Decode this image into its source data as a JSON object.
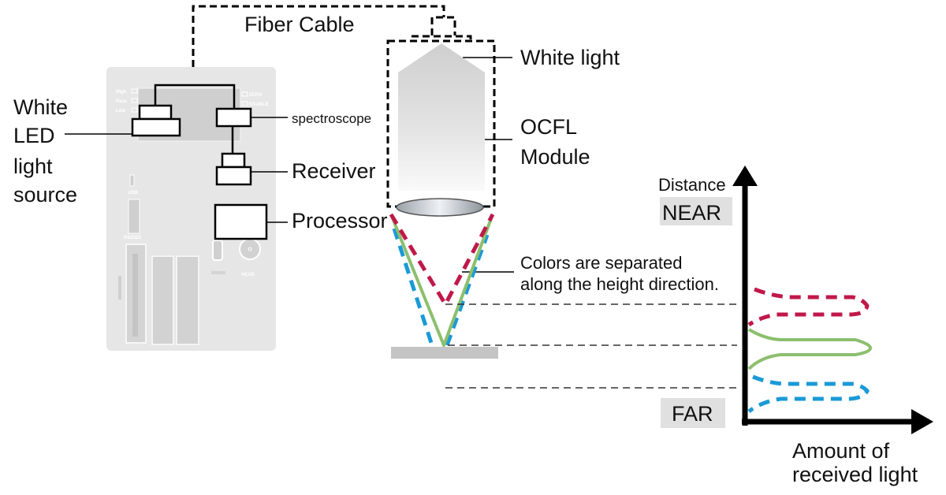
{
  "labels": {
    "fiber_cable": "Fiber Cable",
    "white_led_lines": [
      "White",
      "LED",
      "light",
      "source"
    ],
    "spectroscope": "spectroscope",
    "receiver": "Receiver",
    "processor": "Processor",
    "white_light": "White light",
    "ocfl_lines": [
      "OCFL",
      "Module"
    ],
    "colors_lines": [
      "Colors are separated",
      "along the height direction."
    ],
    "distance": "Distance",
    "near": "NEAR",
    "far": "FAR",
    "amount_lines": [
      "Amount of",
      "received light"
    ]
  },
  "device_markings": {
    "indicators_left": [
      "High",
      "Pass",
      "Low"
    ],
    "indicators_right": [
      "ZERO",
      "ENABLE"
    ],
    "usb": "USB",
    "rs232c": "RS232C",
    "head": "HEAD"
  },
  "colors": {
    "near_red": "#c0184a",
    "focus_green": "#8cbf6e",
    "far_blue": "#1a9ad6",
    "device_gray": "#e6e6e6",
    "label_bg": "#e0e0e0"
  }
}
